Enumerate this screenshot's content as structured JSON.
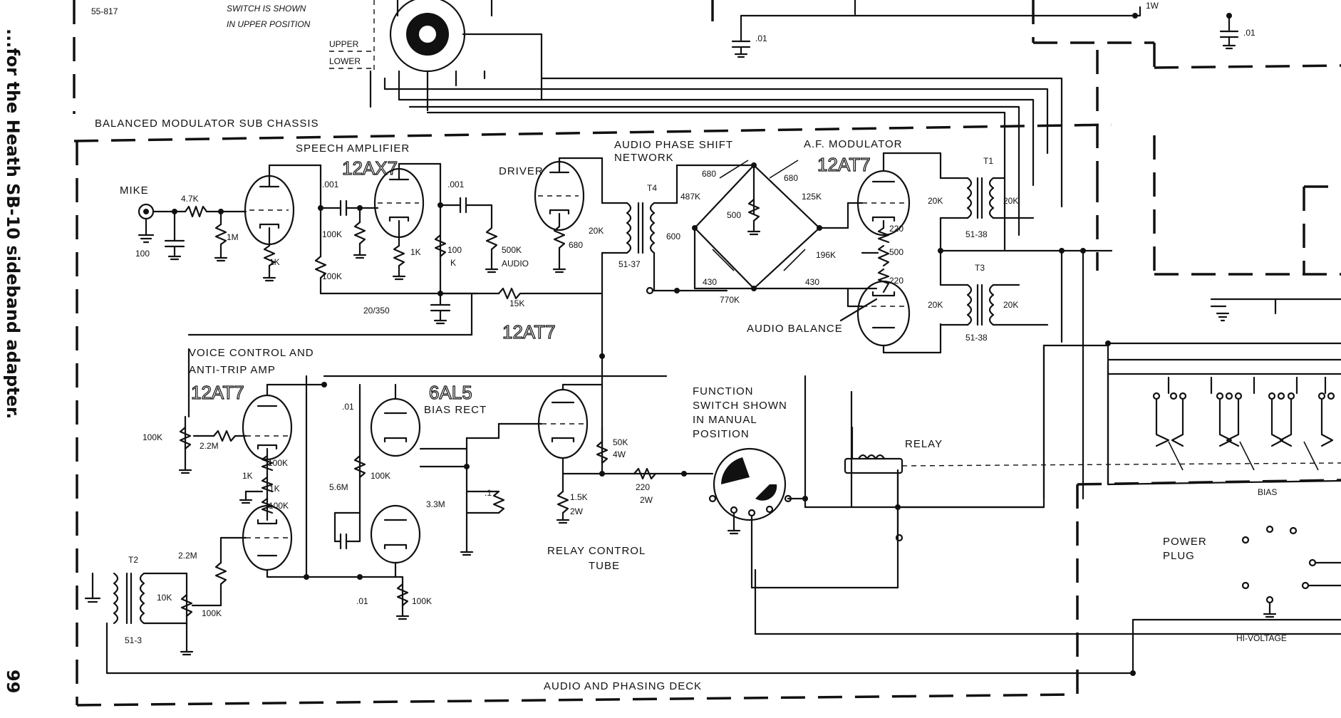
{
  "top_left": {
    "part_code": "55-817",
    "switch_note_1": "SWITCH IS SHOWN",
    "switch_note_2": "IN UPPER POSITION",
    "upper": "UPPER",
    "lower": "LOWER"
  },
  "sections": {
    "balanced_modulator": "BALANCED MODULATOR SUB CHASSIS",
    "audio_phasing_deck": "AUDIO AND PHASING DECK"
  },
  "side_caption": {
    "page": "99",
    "text": "...for the Heath SB-10 sideband adapter."
  },
  "speech_amplifier": {
    "title": "SPEECH AMPLIFIER",
    "tube": "12AX7"
  },
  "driver": {
    "title": "DRIVER"
  },
  "phase_shift": {
    "line1": "AUDIO PHASE SHIFT",
    "line2": "NETWORK"
  },
  "af_modulator": {
    "title": "A.F. MODULATOR",
    "tube": "12AT7"
  },
  "voice_control": {
    "line1": "VOICE CONTROL AND",
    "line2": "ANTI-TRIP AMP",
    "tube": "12AT7"
  },
  "bias_rect": {
    "tube": "6AL5",
    "title": "BIAS RECT"
  },
  "relay_tube": {
    "tube": "12AT7",
    "line1": "RELAY CONTROL",
    "line2": "TUBE"
  },
  "function_switch": {
    "line1": "FUNCTION",
    "line2": "SWITCH SHOWN",
    "line3": "IN MANUAL",
    "line4": "POSITION"
  },
  "relay": "RELAY",
  "audio_balance": "AUDIO BALANCE",
  "power_plug": {
    "line1": "POWER",
    "line2": "PLUG",
    "bias": "BIAS",
    "hv": "HI-VOLTAGE"
  },
  "components": {
    "mike": "MIKE",
    "r47k": "4.7K",
    "c100": "100",
    "r1m": "1M",
    "r1k_a": "1K",
    "c001a": ".001",
    "r100k_a": "100K",
    "r100k_b": "100K",
    "r1k_b": "1K",
    "c001b": ".001",
    "r100k_c": "100",
    "r100k_c2": "K",
    "r500k": "500K",
    "audio": "AUDIO",
    "r680": "680",
    "c20350": "20/350",
    "r15k": "15K",
    "t4": "T4",
    "t4_20k": "20K",
    "t4_600": "600",
    "t4_part": "51-37",
    "c680a": "680",
    "c680b": "680",
    "r487k": "487K",
    "r500": "500",
    "r125k": "125K",
    "r196k": "196K",
    "c430a": "430",
    "c430b": "430",
    "r770k": "770K",
    "r220a": "220",
    "r500b": "500",
    "r220b": "220",
    "t1": "T1",
    "t1_20ka": "20K",
    "t1_20kb": "20K",
    "t1_part": "51-38",
    "t3": "T3",
    "t3_20ka": "20K",
    "t3_20kb": "20K",
    "t3_part": "51-38",
    "r100k_vc": "100K",
    "r22m_a": "2.2M",
    "r1k_c": "1K",
    "r1k_d": "1K",
    "r100k_d": "100K",
    "r100k_e": "100K",
    "c01_a": ".01",
    "r56m": "5.6M",
    "r100k_f": "100K",
    "r33m": "3.3M",
    "c1": ".1",
    "r22m_b": "2.2M",
    "c01_b": ".01",
    "r100k_g": "100K",
    "t2": "T2",
    "t2_10k": "10K",
    "t2_100k": "100K",
    "t2_part": "51-3",
    "r50k": "50K",
    "r50k_w": "4W",
    "r15k_b": "1.5K",
    "r15k_bw": "2W",
    "r220c": "220",
    "r220c_w": "2W",
    "c01_top1": ".01",
    "c01_top2": ".01",
    "r1w": "1W"
  }
}
